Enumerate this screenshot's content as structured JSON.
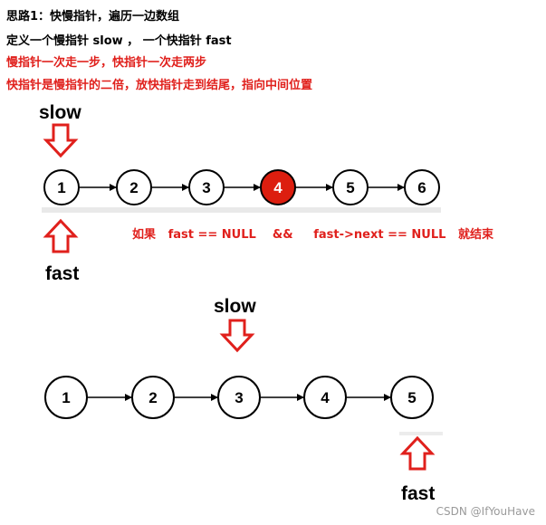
{
  "text": {
    "line1": "思路1：快慢指针，遍历一边数组",
    "line2": "定义一个慢指针 slow ，  一个快指针 fast",
    "line3": "慢指针一次走一步，快指针一次走两步",
    "line4": "快指针是慢指针的二倍，放快指针走到结尾，指向中间位置"
  },
  "diagram1": {
    "nodes": [
      "1",
      "2",
      "3",
      "4",
      "5",
      "6"
    ],
    "highlight_node": "4",
    "slow_label": "slow",
    "fast_label": "fast",
    "condition": "如果   fast == NULL    &&     fast->next == NULL   就结束"
  },
  "diagram2": {
    "nodes": [
      "1",
      "2",
      "3",
      "4",
      "5"
    ],
    "slow_label": "slow",
    "fast_label": "fast"
  },
  "watermark": "CSDN @IfYouHave",
  "colors": {
    "red": "#e0201c",
    "highlight_fill": "#dc1e0f"
  }
}
